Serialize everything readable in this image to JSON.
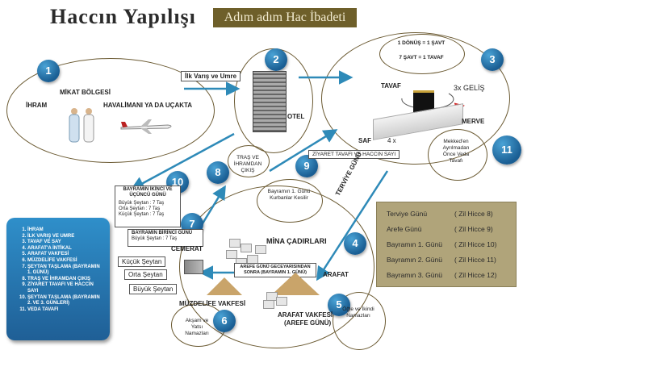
{
  "header": {
    "title": "Haccın Yapılışı",
    "subtitle": "Adım adım Hac İbadeti"
  },
  "numbers": [
    "1",
    "2",
    "3",
    "4",
    "5",
    "6",
    "7",
    "8",
    "9",
    "10",
    "11"
  ],
  "labels": {
    "ihram": "İHRAM",
    "mikat": "MİKAT BÖLGESİ",
    "havalimani": "HAVALİMANI YA DA UÇAKTA",
    "ilk_varis": "İlk Varış ve Umre",
    "otel": "OTEL",
    "donus": "1 DÖNÜŞ = 1 ŞAVT",
    "savt": "7 ŞAVT = 1 TAVAF",
    "tavaf": "TAVAF",
    "gelis": "3x GELİŞ",
    "merve": "MERVE",
    "saf": "SAF",
    "dortx": "4 x",
    "mekke": "Mekked'en Ayrılmadan Önce Veda Tavafı",
    "ziyaret": "ZİYARET TAVAFI VE HACCIN SAYI",
    "tiras": "TRAŞ VE İHRAMDAN ÇIKIŞ",
    "terviye": "TERVİYE GÜNÜ",
    "kurban": "Bayramın 1. Günü Kurbanlar Kesilir",
    "ikinci_ucuncu_title": "BAYRAMIN İKİNCİ VE ÜÇÜNCÜ GÜNÜ",
    "ikinci_ucuncu_lines": [
      "Büyük Şeytan : 7 Taş",
      "Orta Şeytan : 7 Taş",
      "Küçük Şeytan : 7 Taş"
    ],
    "birinci_title": "BAYRAMIN BİRİNCİ GÜNÜ",
    "birinci_line": "Büyük Şeytan : 7 Taş",
    "cemerat": "CEMERAT",
    "mina": "MİNA ÇADIRLARI",
    "kucuk": "Küçük Şeytan",
    "orta": "Orta Şeytan",
    "buyuk": "Büyük Şeytan",
    "arefe_gece": "AREFE GÜNÜ GECEYARISINDAN SONRA (BAYRAMIN 1. GÜNÜ)",
    "arafat": "ARAFAT",
    "muzdelife": "MÜZDELİFE VAKFESİ",
    "arafat_vakfesi": "ARAFAT VAKFESİ",
    "arefe_gunu": "(AREFE GÜNÜ)",
    "aksam": "Akşam ve Yatsı Namazları",
    "ogle": "Öğle ve İkindi Namazları"
  },
  "legend": [
    "İHRAM",
    "İLK VARIŞ VE UMRE",
    "TAVAF VE SAY",
    "ARAFAT'A İNTİKAL",
    "ARAFAT VAKFESİ",
    "MÜZDELİFE VAKFESİ",
    "ŞEYTAN TAŞLAMA (BAYRAMIN 1. GÜNÜ)",
    "TRAŞ VE İHRAMDAN ÇIKIŞ",
    "ZİYARET TAVAFI VE HACCIN SAYI",
    "ŞEYTAN TAŞLAMA (BAYRAMIN 2. VE 3. GÜNLERİ)",
    "VEDA TAVAFI"
  ],
  "dates": [
    {
      "day": "Terviye Günü",
      "date": "( Zil Hicce 8)"
    },
    {
      "day": "Arefe Günü",
      "date": "( Zil Hicce 9)"
    },
    {
      "day": "Bayramın 1. Günü",
      "date": "( Zil Hicce 10)"
    },
    {
      "day": "Bayramın 2. Günü",
      "date": "( Zil Hicce 11)"
    },
    {
      "day": "Bayramın 3. Günü",
      "date": "( Zil Hicce 12)"
    }
  ],
  "colors": {
    "circle": "#1a5e93",
    "arrow": "#2e8ab8",
    "red_arrow": "#d21f1f",
    "title_bar": "#6e5f2a",
    "date_box": "#b0a47a",
    "legend": "#2f8fca"
  }
}
